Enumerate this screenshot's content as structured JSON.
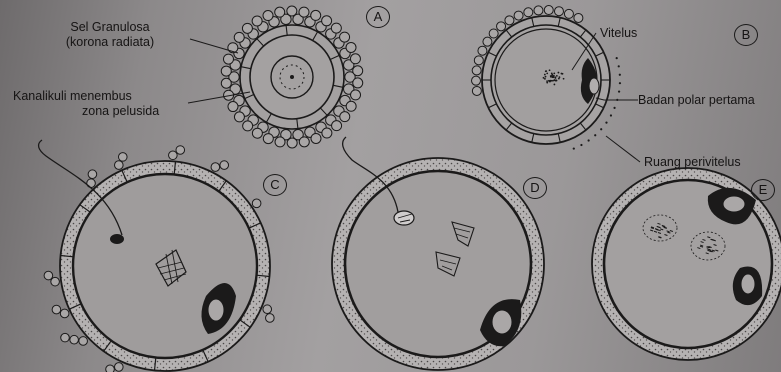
{
  "panels": {
    "a": {
      "letter": "A"
    },
    "b": {
      "letter": "B"
    },
    "c": {
      "letter": "C"
    },
    "d": {
      "letter": "D"
    },
    "e": {
      "letter": "E"
    }
  },
  "labels": {
    "granulosa_line1": "Sel Granulosa",
    "granulosa_line2": "(korona radiata)",
    "kanalikuli_line1": "Kanalikuli menembus",
    "kanalikuli_line2": "zona pelusida",
    "vitelus": "Vitelus",
    "badan_polar": "Badan polar pertama",
    "ruang_perivitelus": "Ruang perivitelus"
  },
  "colors": {
    "ink": "#1b1a1a",
    "paper": "#9e9b9c",
    "zona_fill": "#b7b4b4"
  }
}
